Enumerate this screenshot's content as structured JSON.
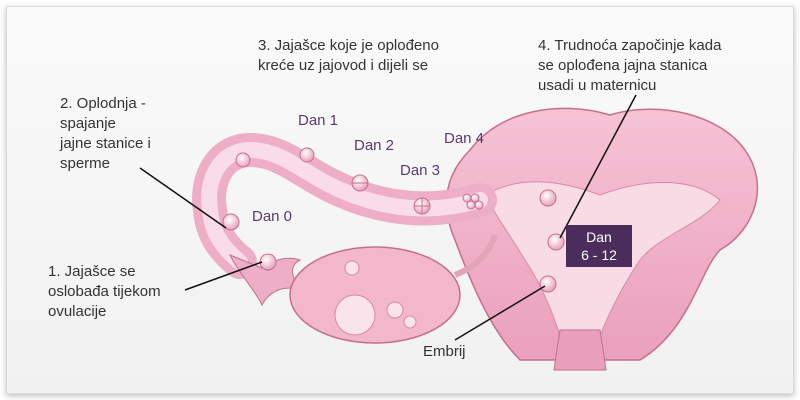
{
  "labels": {
    "step1": "1. Jajašce se\noslobađa tijekom\novulacije",
    "step2": "2. Oplodnja -\n   spajanje\n   jajne stanice i\n   sperme",
    "step3": "3. Jajašce koje je oplođeno\n    kreće uz jajovod i dijeli se",
    "step4": "4. Trudnoća započinje kada\n    se oplođena jajna stanica\n    usadi u maternicu",
    "embryo": "Embrij"
  },
  "days": {
    "d0": "Dan 0",
    "d1": "Dan 1",
    "d2": "Dan 2",
    "d3": "Dan 3",
    "d4": "Dan 4",
    "d612": "Dan\n6 - 12"
  },
  "colors": {
    "tissue": "#f3b7cc",
    "tissue_dark": "#d9809f",
    "cavity": "#f9dbe6",
    "box": "#4a2d5a",
    "day_text": "#5a3a6e"
  }
}
